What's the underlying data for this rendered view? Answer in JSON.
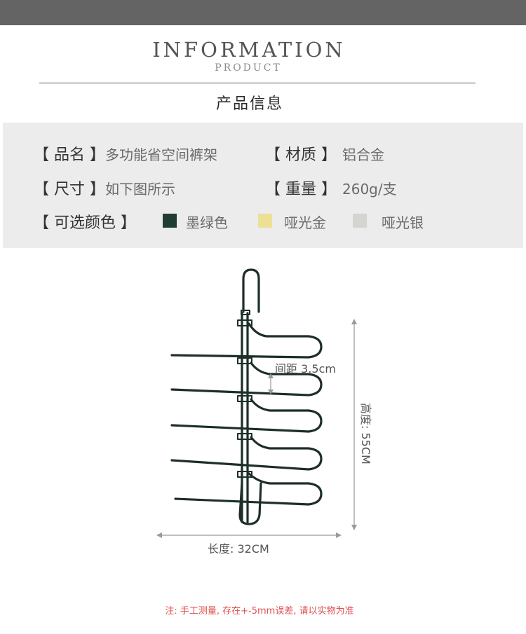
{
  "header": {
    "title": "INFORMATION",
    "subtitle": "PRODUCT",
    "section_title": "产品信息"
  },
  "specs": {
    "name_key": "【 品名 】",
    "name_value": "多功能省空间裤架",
    "material_key": "【 材质 】",
    "material_value": "铝合金",
    "size_key": "【 尺寸 】",
    "size_value": "如下图所示",
    "weight_key": "【 重量 】",
    "weight_value": "260g/支",
    "color_key": "【 可选颜色 】",
    "colors": [
      {
        "label": "墨绿色",
        "hex": "#1f3d33"
      },
      {
        "label": "哑光金",
        "hex": "#ece095"
      },
      {
        "label": "哑光银",
        "hex": "#d4d4d0"
      }
    ]
  },
  "diagram": {
    "spacing_label": "间距 3.5cm",
    "height_label": "高度: 55CM",
    "length_label": "长度: 32CM",
    "rack_color": "#1c2f28"
  },
  "footer": {
    "note": "注: 手工测量, 存在+-5mm误差, 请以实物为准"
  }
}
